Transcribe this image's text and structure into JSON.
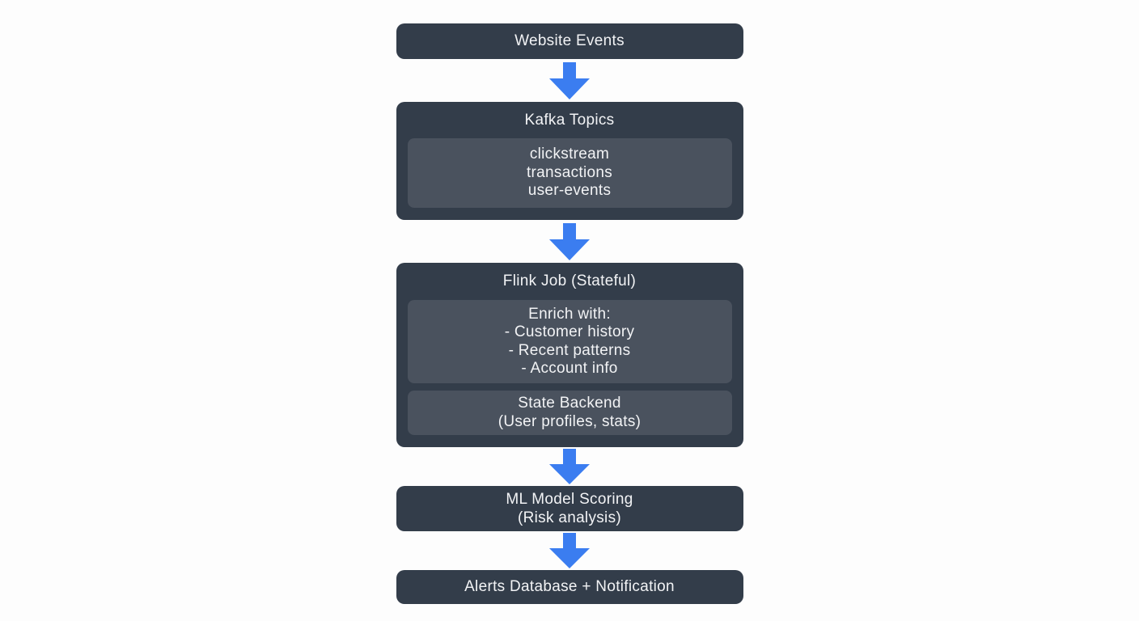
{
  "colors": {
    "background": "#fdfdfd",
    "node_bg": "#333d4a",
    "subnode_bg": "#4a525e",
    "arrow_color": "#3b7df0",
    "text_color": "#f2f3f5"
  },
  "diagram": {
    "type": "flowchart-vertical",
    "nodes": [
      {
        "id": "website-events",
        "lines": [
          "Website Events"
        ]
      },
      {
        "id": "kafka-topics",
        "title": "Kafka Topics",
        "children": [
          {
            "id": "kafka-topic-list",
            "lines": [
              "clickstream",
              "transactions",
              "user-events"
            ]
          }
        ]
      },
      {
        "id": "flink-job",
        "title": "Flink Job (Stateful)",
        "children": [
          {
            "id": "flink-enrich",
            "lines": [
              "Enrich with:",
              "- Customer history",
              "- Recent patterns",
              "- Account info"
            ]
          },
          {
            "id": "flink-state-backend",
            "lines": [
              "State Backend",
              "(User profiles, stats)"
            ]
          }
        ]
      },
      {
        "id": "ml-model-scoring",
        "lines": [
          "ML Model Scoring",
          "(Risk analysis)"
        ]
      },
      {
        "id": "alerts-database",
        "lines": [
          "Alerts Database + Notification"
        ]
      }
    ],
    "edges": [
      {
        "from": "website-events",
        "to": "kafka-topics"
      },
      {
        "from": "kafka-topics",
        "to": "flink-job"
      },
      {
        "from": "flink-job",
        "to": "ml-model-scoring"
      },
      {
        "from": "ml-model-scoring",
        "to": "alerts-database"
      }
    ]
  }
}
